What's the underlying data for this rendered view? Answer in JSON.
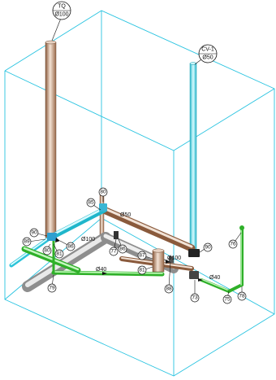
{
  "tags": [
    {
      "id": "tq",
      "name": "TQ",
      "size": "Ø100"
    },
    {
      "id": "cv1",
      "name": "CV-1",
      "size": "Ø50"
    }
  ],
  "diameters": {
    "d50": "Ø50",
    "d100a": "Ø100",
    "d40a": "Ø40",
    "d100b": "Ø100",
    "d40b": "Ø40"
  },
  "fittings": {
    "f80": "80",
    "f85": "85",
    "f90a": "90",
    "f89": "89",
    "f80b": "80",
    "f86a": "86",
    "f77": "77",
    "f86b": "86",
    "f87": "87",
    "f81a": "81",
    "f81b": "81",
    "f88": "88",
    "f90b": "90",
    "f79": "79",
    "f73": "73",
    "f75": "75",
    "f78": "78",
    "f76": "76"
  },
  "colors": {
    "frame": "#27c3e0",
    "pipe_brown": "#c29270",
    "pipe_grey": "#cfcfcf",
    "pipe_green": "#63e35a",
    "pipe_cyan": "#6fe6f2"
  }
}
